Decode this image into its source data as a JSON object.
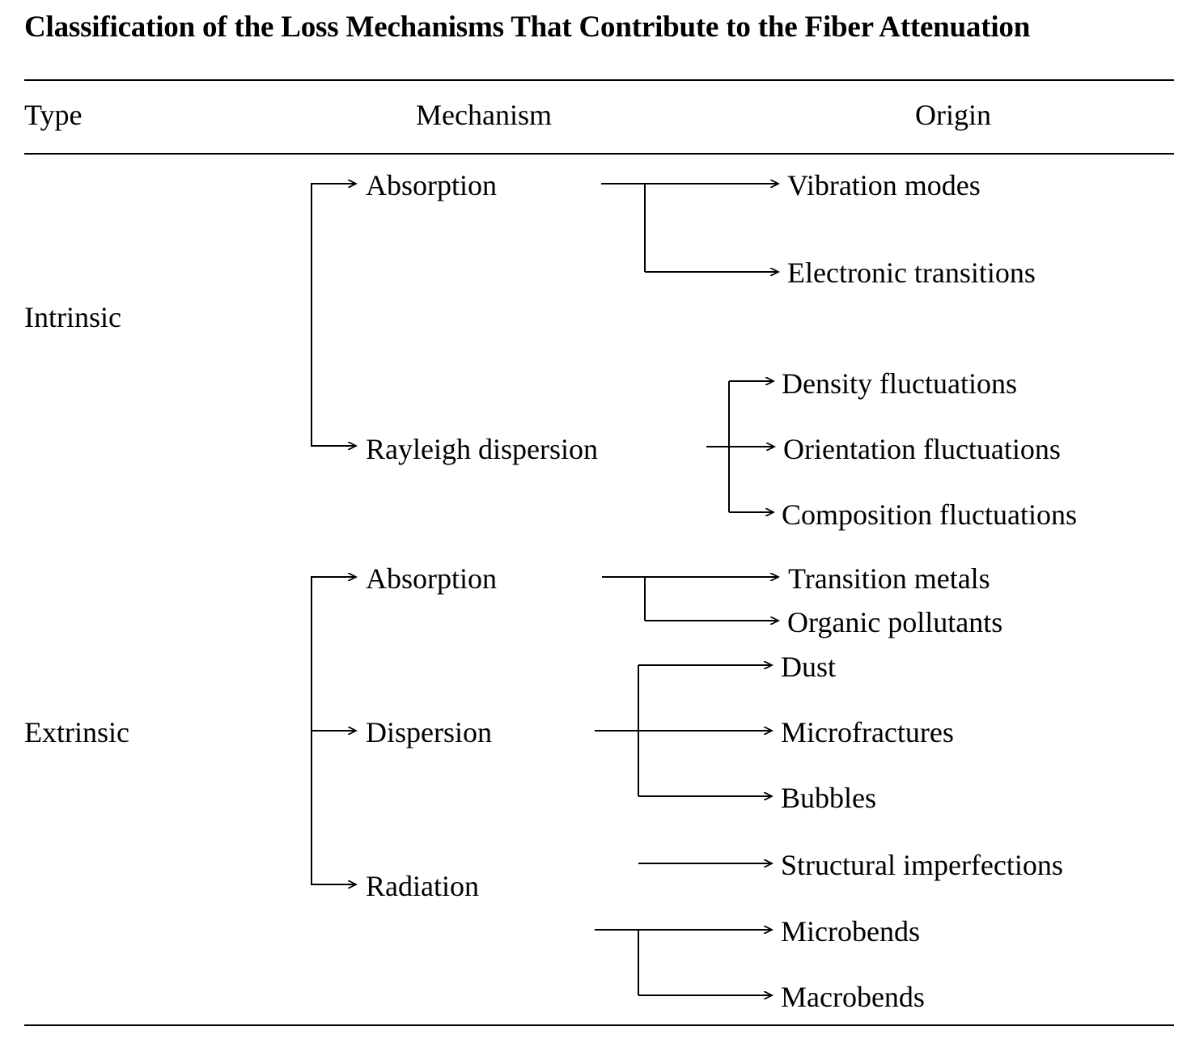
{
  "title": "Classification of the Loss Mechanisms That Contribute to the Fiber Attenuation",
  "headers": {
    "type": "Type",
    "mechanism": "Mechanism",
    "origin": "Origin"
  },
  "intrinsic": {
    "type": "Intrinsic",
    "absorption": {
      "label": "Absorption",
      "origins": [
        "Vibration modes",
        "Electronic transitions"
      ]
    },
    "rayleigh": {
      "label": "Rayleigh dispersion",
      "origins": [
        "Density fluctuations",
        "Orientation fluctuations",
        "Composition fluctuations"
      ]
    }
  },
  "extrinsic": {
    "type": "Extrinsic",
    "absorption": {
      "label": "Absorption",
      "origins": [
        "Transition metals",
        "Organic pollutants"
      ]
    },
    "dispersion": {
      "label": "Dispersion",
      "origins": [
        "Dust",
        "Microfractures",
        "Bubbles"
      ]
    },
    "radiation": {
      "label": "Radiation",
      "origins": [
        "Structural imperfections",
        "Microbends",
        "Macrobends"
      ]
    }
  }
}
